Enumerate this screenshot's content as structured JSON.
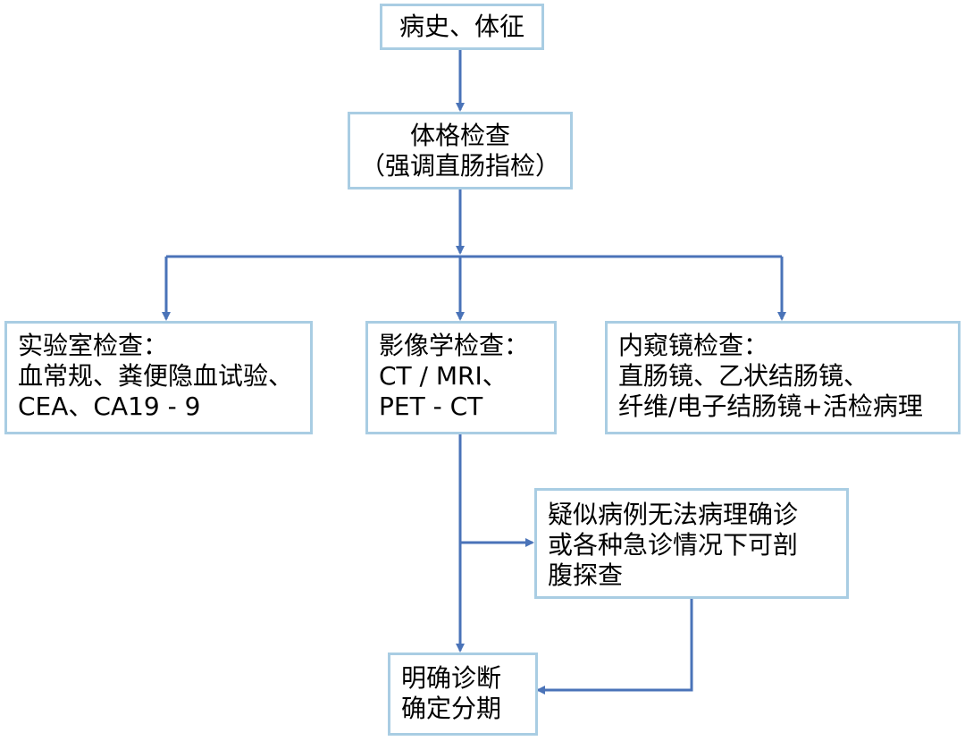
{
  "nodes": {
    "history": {
      "lines": [
        "病史、体征"
      ]
    },
    "physical": {
      "lines": [
        "体格检查",
        "（强调直肠指检）"
      ]
    },
    "lab": {
      "lines": [
        "实验室检查：",
        "血常规、粪便隐血试验、",
        "CEA、CA19 - 9"
      ]
    },
    "imaging": {
      "lines": [
        "影像学检查：",
        "CT / MRI、",
        "PET - CT"
      ]
    },
    "endoscopy": {
      "lines": [
        "内窥镜检查：",
        "直肠镜、乙状结肠镜、",
        "纤维/电子结肠镜+活检病理"
      ]
    },
    "surgery": {
      "lines": [
        "疑似病例无法病理确诊",
        "或各种急诊情况下可剖",
        "腹探查"
      ]
    },
    "diagnosis": {
      "lines": [
        "明确诊断",
        "确定分期"
      ]
    }
  },
  "colors": {
    "line": "#4a73b8",
    "border": "#a9cde3"
  }
}
